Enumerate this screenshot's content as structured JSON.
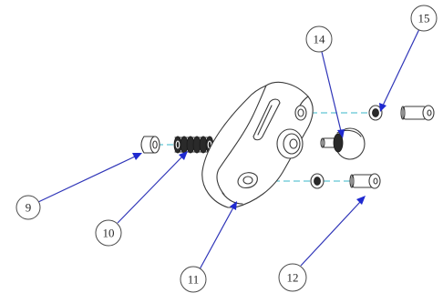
{
  "callouts": [
    {
      "id": "9",
      "label": "9"
    },
    {
      "id": "10",
      "label": "10"
    },
    {
      "id": "11",
      "label": "11"
    },
    {
      "id": "12",
      "label": "12"
    },
    {
      "id": "14",
      "label": "14"
    },
    {
      "id": "15",
      "label": "15"
    }
  ],
  "colors": {
    "leader": "#2f35b8",
    "arrowhead": "#1f2ad0",
    "center_line": "#39b7c9",
    "outline": "#3a3a3a"
  }
}
